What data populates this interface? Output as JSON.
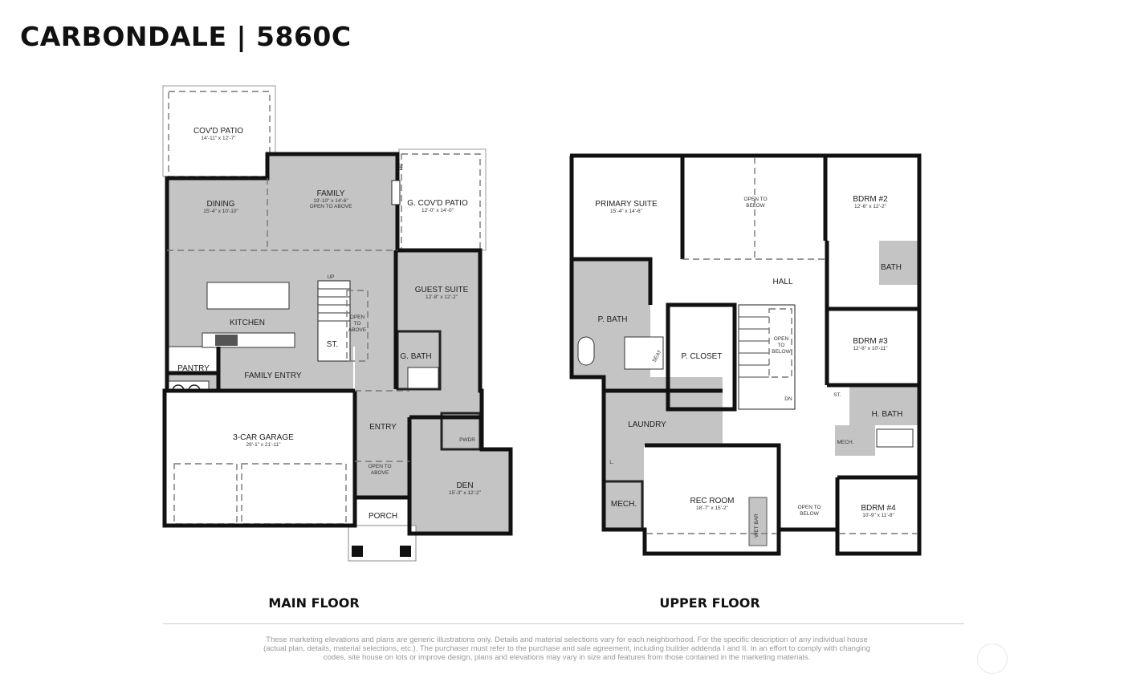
{
  "header": {
    "title": "CARBONDALE | 5860C"
  },
  "main_floor": {
    "label": "MAIN FLOOR",
    "rooms": {
      "covd_patio": {
        "name": "COV'D PATIO",
        "dims": "14'-11\" x 12'-7\""
      },
      "dining": {
        "name": "DINING",
        "dims": "15'-4\" x 10'-10\""
      },
      "family": {
        "name": "FAMILY",
        "dims": "19'-10\" x 14'-6\"",
        "note": "OPEN TO ABOVE"
      },
      "g_covd_patio": {
        "name": "G. COV'D PATIO",
        "dims": "12'-0\" x 14'-0\""
      },
      "kitchen": {
        "name": "KITCHEN"
      },
      "stairs_up": {
        "name": "UP"
      },
      "storage": {
        "name": "ST."
      },
      "open_to_above_stair": {
        "line1": "OPEN",
        "line2": "TO",
        "line3": "ABOVE"
      },
      "guest_suite": {
        "name": "GUEST SUITE",
        "dims": "12'-8\" x 12'-2\""
      },
      "g_bath": {
        "name": "G. BATH"
      },
      "pantry": {
        "name": "PANTRY"
      },
      "family_entry": {
        "name": "FAMILY ENTRY"
      },
      "garage": {
        "name": "3-CAR GARAGE",
        "dims": "29'-1\" x 21'-11\""
      },
      "entry": {
        "name": "ENTRY"
      },
      "open_to_above_entry": {
        "line1": "OPEN TO",
        "line2": "ABOVE"
      },
      "pwdr": {
        "name": "PWDR"
      },
      "den": {
        "name": "DEN",
        "dims": "15'-3\" x 12'-2\""
      },
      "porch": {
        "name": "PORCH"
      },
      "sh": {
        "name": "SH"
      }
    }
  },
  "upper_floor": {
    "label": "UPPER FLOOR",
    "rooms": {
      "primary_suite": {
        "name": "PRIMARY SUITE",
        "dims": "15'-4\" x 14'-6\""
      },
      "open_to_below_family": {
        "line1": "OPEN TO",
        "line2": "BELOW"
      },
      "bdrm2": {
        "name": "BDRM #2",
        "dims": "12'-6\" x 12'-2\""
      },
      "bath": {
        "name": "BATH"
      },
      "hall": {
        "name": "HALL"
      },
      "p_bath": {
        "name": "P. BATH"
      },
      "seat": {
        "name": "SEAT"
      },
      "p_closet": {
        "name": "P. CLOSET"
      },
      "open_to_below_stair": {
        "line1": "OPEN",
        "line2": "TO",
        "line3": "BELOW"
      },
      "stairs_dn": {
        "name": "DN"
      },
      "bdrm3": {
        "name": "BDRM #3",
        "dims": "12'-8\" x 10'-11\""
      },
      "storage": {
        "name": "ST."
      },
      "h_bath": {
        "name": "H. BATH"
      },
      "mech_upper": {
        "name": "MECH."
      },
      "laundry": {
        "name": "LAUNDRY"
      },
      "linen": {
        "name": "L."
      },
      "mech": {
        "name": "MECH."
      },
      "rec_room": {
        "name": "REC ROOM",
        "dims": "18'-7\" x 15'-2\""
      },
      "wet_bar": {
        "name": "WET BAR"
      },
      "open_to_below_entry": {
        "line1": "OPEN TO",
        "line2": "BELOW"
      },
      "bdrm4": {
        "name": "BDRM #4",
        "dims": "10'-9\" x 11'-8\""
      }
    }
  },
  "footer": {
    "disclaimer_line1": "These marketing elevations and plans are generic illustrations only. Details and material selections vary for each neighborhood. For the specific description of any individual house",
    "disclaimer_line2": "(actual plan, details, material selections, etc.). The purchaser must refer to the purchase and sale agreement, including builder addenda I and II. In an effort to comply with changing",
    "disclaimer_line3": "codes, site house on lots or improve design, plans and elevations may vary in size and features from those contained in the marketing materials."
  },
  "colors": {
    "room_fill": "#c4c4c4",
    "wall": "#111111",
    "text": "#222222"
  }
}
